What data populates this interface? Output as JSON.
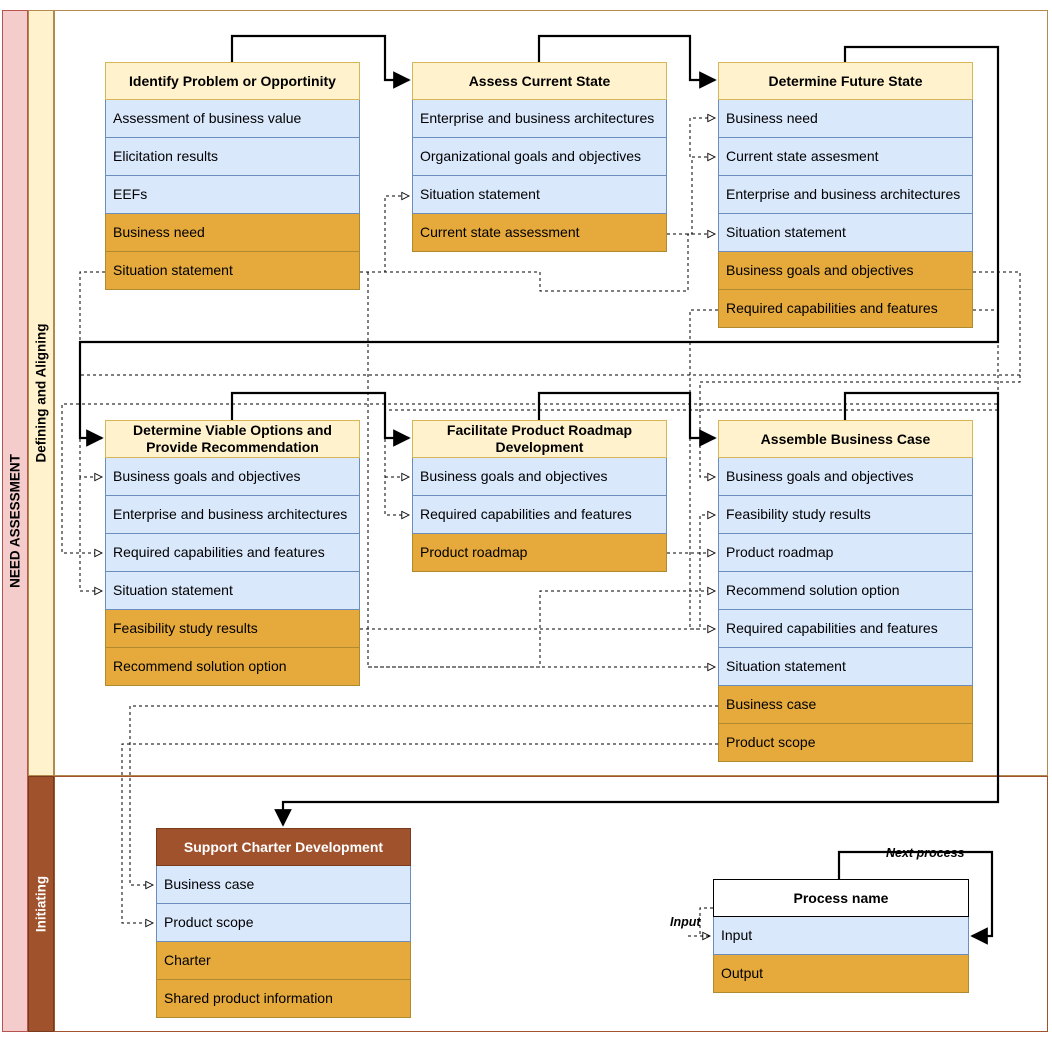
{
  "lanes": {
    "outer": "NEED ASSESSMENT",
    "defining": "Defining and Aligning",
    "initiating": "Initiating"
  },
  "processes": {
    "identify": {
      "title": "Identify Problem or Opportinity",
      "inputs": [
        "Assessment of business value",
        "Elicitation results",
        "EEFs"
      ],
      "outputs": [
        "Business need",
        "Situation statement"
      ]
    },
    "assess": {
      "title": "Assess Current State",
      "inputs": [
        "Enterprise and business architectures",
        "Organizational goals and objectives",
        "Situation statement"
      ],
      "outputs": [
        "Current state assessment"
      ]
    },
    "future": {
      "title": "Determine Future State",
      "inputs": [
        "Business need",
        "Current state assesment",
        "Enterprise and business architectures",
        "Situation statement"
      ],
      "outputs": [
        "Business goals and objectives",
        "Required capabilities and features"
      ]
    },
    "viable": {
      "title": "Determine Viable Options and Provide Recommendation",
      "inputs": [
        "Business goals and objectives",
        "Enterprise and business architectures",
        "Required capabilities and features",
        "Situation statement"
      ],
      "outputs": [
        "Feasibility study results",
        "Recommend solution option"
      ]
    },
    "roadmap": {
      "title": "Facilitate Product Roadmap Development",
      "inputs": [
        "Business goals and objectives",
        "Required capabilities and features"
      ],
      "outputs": [
        "Product roadmap"
      ]
    },
    "business_case": {
      "title": "Assemble Business Case",
      "inputs": [
        "Business goals and objectives",
        "Feasibility study results",
        "Product roadmap",
        "Recommend solution option",
        "Required capabilities and features",
        "Situation statement"
      ],
      "outputs": [
        "Business case",
        "Product scope"
      ]
    },
    "charter": {
      "title": "Support Charter Development",
      "inputs": [
        "Business case",
        "Product scope"
      ],
      "outputs": [
        "Charter",
        "Shared product information"
      ]
    }
  },
  "legend": {
    "title": "Process name",
    "input": "Input",
    "output": "Output",
    "next_label": "Next process",
    "input_label": "Input"
  },
  "colors": {
    "header_fill": "#fff2cc",
    "input_fill": "#dae8fc",
    "output_fill": "#e5a93c",
    "charter_header": "#a0522d",
    "lane_outer": "#f4cccc",
    "lane_initiating": "#a0522d"
  }
}
